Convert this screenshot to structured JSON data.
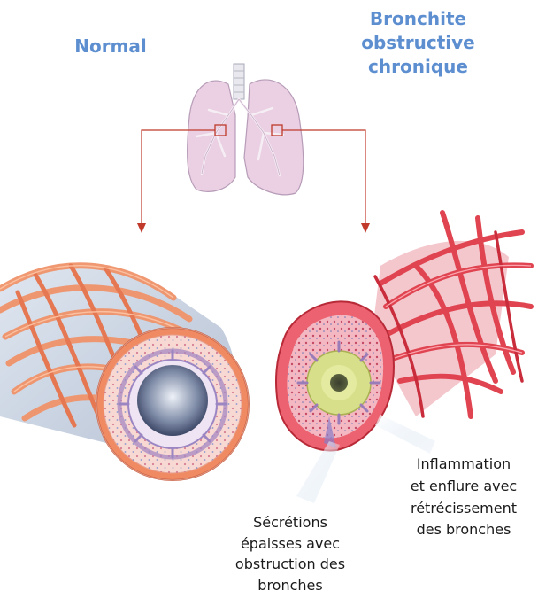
{
  "labels": {
    "normal": "Normal",
    "chronic_title": [
      "Bronchite",
      "obstructive",
      "chronique"
    ],
    "inflammation": [
      "Inflammation",
      "et enflure avec",
      "rétrécissement",
      "des bronches"
    ],
    "secretions": [
      "Sécrétions",
      "épaisses avec",
      "obstruction des",
      "bronches"
    ]
  },
  "colors": {
    "title_blue": "#5d8fd0",
    "lung_pink": "#e9c8de",
    "arrow_red": "#c0392b",
    "normal_muscle": "#f0936a",
    "normal_tube": "#c8d3e3",
    "chronic_muscle": "#e04450",
    "mucus": "#d8df8a"
  },
  "icons": [
    "lungs-illustration",
    "normal-bronchus-illustration",
    "chronic-bronchus-illustration"
  ]
}
